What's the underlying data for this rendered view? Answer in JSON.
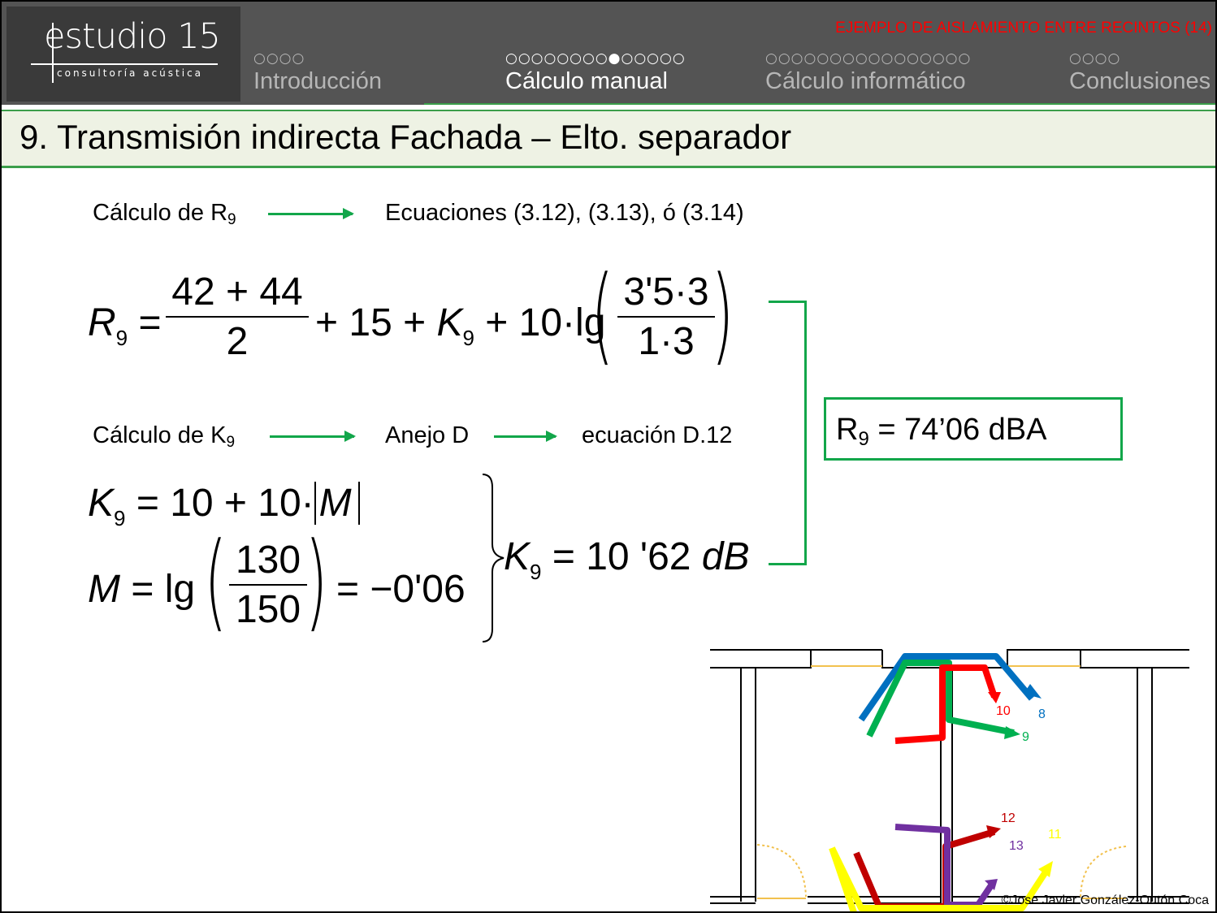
{
  "header": {
    "logo_main": "estudio 15",
    "logo_sub": "consultoría acústica",
    "slide_tag": "EJEMPLO DE AISLAMIENTO ENTRE RECINTOS (14)",
    "nav": [
      {
        "dots": "○○○○",
        "label": "Introducción",
        "active": false
      },
      {
        "dots_before": "○○○○○○○○",
        "dot_current": "●",
        "dots_after": "○○○○○",
        "label": "Cálculo manual",
        "active": true
      },
      {
        "dots": "○○○○○○○○○○○○○○○○",
        "label": "Cálculo informático",
        "active": false
      },
      {
        "dots": "○○○○",
        "label": "Conclusiones",
        "active": false
      }
    ]
  },
  "title": "9. Transmisión indirecta Fachada – Elto. separador",
  "step1": {
    "lead": "Cálculo de R",
    "lead_sub": "9",
    "target": "Ecuaciones (3.12), (3.13), ó (3.14)"
  },
  "eq_r9": {
    "lhs": "R",
    "lhs_sub": "9",
    "eq": "=",
    "num": "42 + 44",
    "den": "2",
    "mid": "+ 15 + ",
    "k": "K",
    "k_sub": "9",
    "plus_lg": "+ 10·lg",
    "num2": "3'5·3",
    "den2": "1·3"
  },
  "step2": {
    "lead": "Cálculo de K",
    "lead_sub": "9",
    "mid": "Anejo D",
    "target": "ecuación D.12"
  },
  "eq_k9": {
    "lhs": "K",
    "lhs_sub": "9",
    "rhs": "= 10 + 10·",
    "abs": "M"
  },
  "eq_m": {
    "lhs": "M",
    "eq": "= lg",
    "num": "130",
    "den": "150",
    "rhs": "= −0'06"
  },
  "k9_result": {
    "lhs": "K",
    "lhs_sub": "9",
    "rhs": "= 10 '62 ",
    "unit": "dB"
  },
  "result": {
    "label": "R",
    "sub": "9",
    "value": " = 74’06 dBA"
  },
  "diagram": {
    "paths": [
      {
        "label": "8",
        "color": "#0070c0"
      },
      {
        "label": "9",
        "color": "#00b050"
      },
      {
        "label": "10",
        "color": "#ff0000"
      },
      {
        "label": "11",
        "color": "#ffff00"
      },
      {
        "label": "12",
        "color": "#c00000"
      },
      {
        "label": "13",
        "color": "#7030a0"
      }
    ]
  },
  "copyright": "©Jose Javier González-Outón Coca"
}
